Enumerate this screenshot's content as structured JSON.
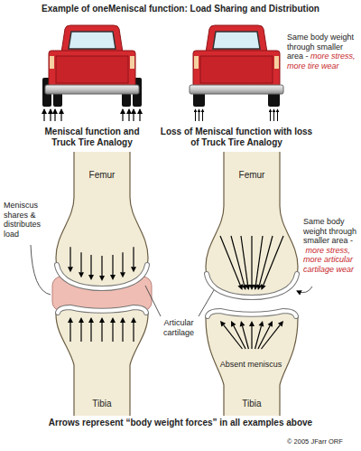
{
  "diagram": {
    "title": "Example of oneMeniscal function: Load Sharing and Distribution",
    "caption": "Arrows represent “body weight forces” in all examples above",
    "nodes": [
      {
        "text": [
          "Femur"
        ]
      },
      {
        "text": [
          "Femur"
        ]
      },
      {
        "text": [
          "Tibia"
        ]
      },
      {
        "text": [
          "Tibia"
        ]
      }
    ],
    "labels": [
      "Same body weight through smaller area -",
      "more stress, more tire wear",
      "Meniscal function and Truck Tire Analogy",
      "Loss of Meniscal function with loss of Truck Tire Analogy",
      "Meniscus shares & distributes load",
      "Articular cartilage",
      "Same body weight through smaller area -",
      "more stress, more articular cartilage wear",
      "Absent meniscus",
      "© 2005 JFarr ORF"
    ]
  }
}
